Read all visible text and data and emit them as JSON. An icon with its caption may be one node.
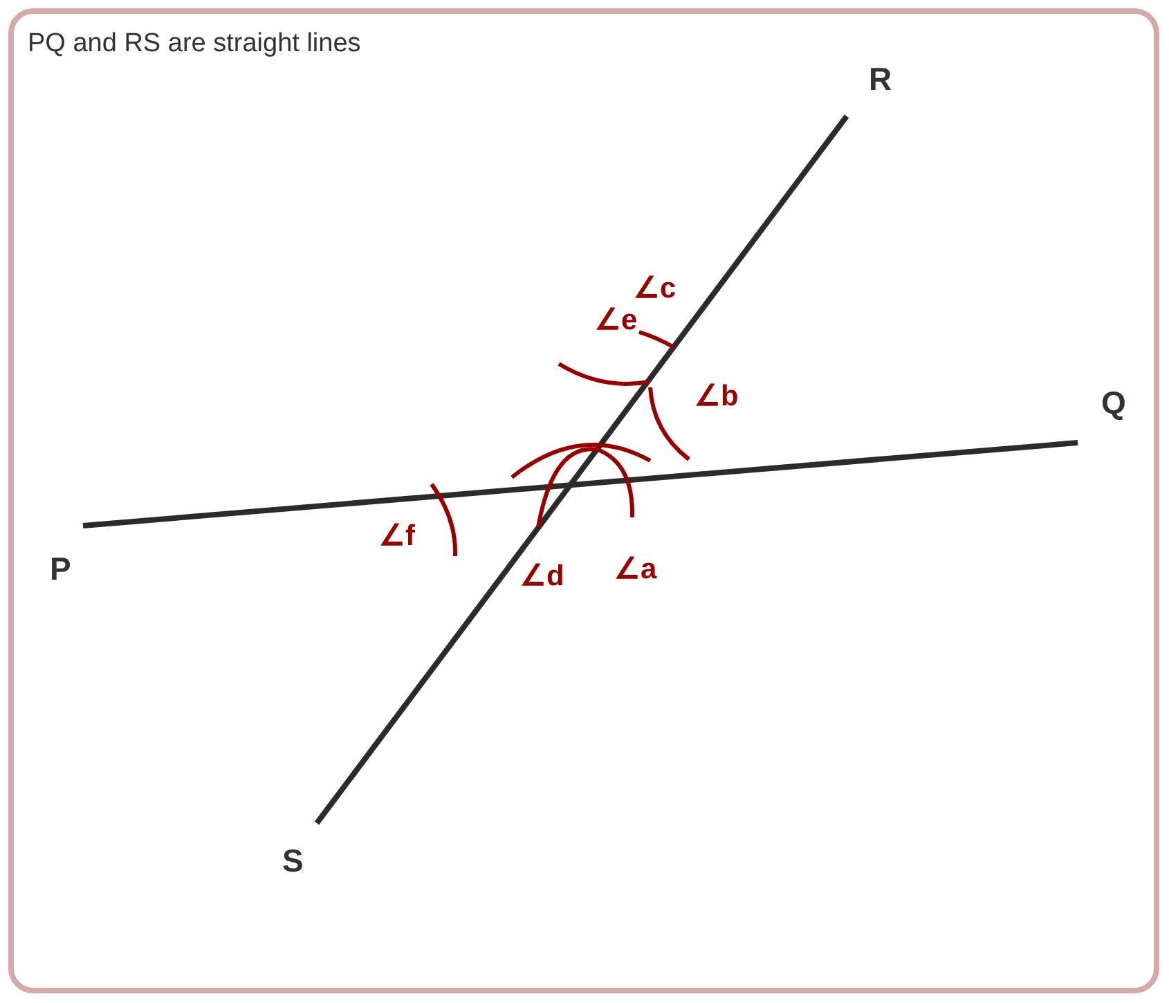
{
  "diagram": {
    "labels": [
      "PQ and RS are straight lines",
      "R",
      "∠c",
      "∠e",
      "∠b",
      "Q",
      "∠f",
      "P",
      "∠d",
      "∠a",
      "S"
    ]
  }
}
